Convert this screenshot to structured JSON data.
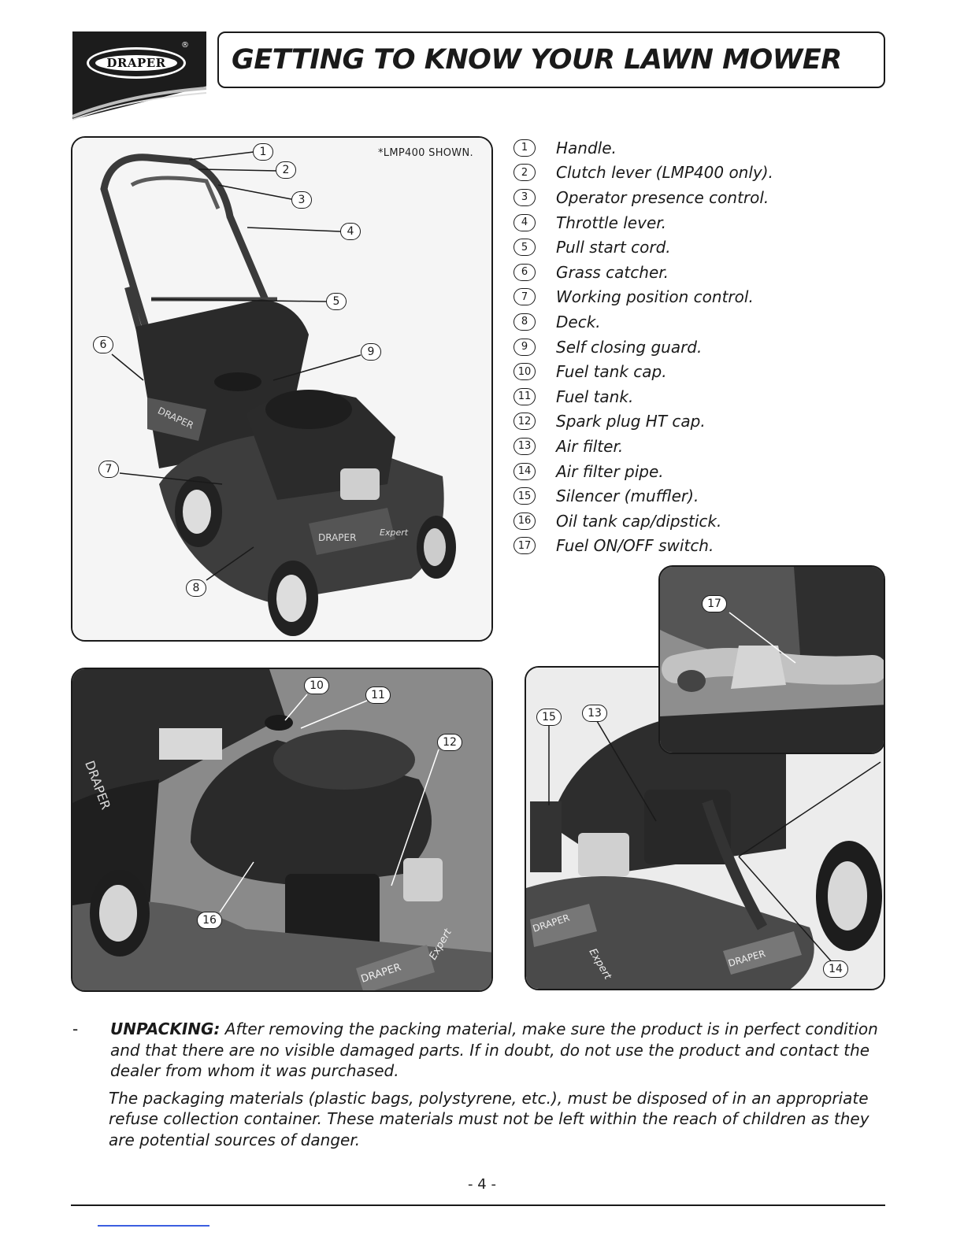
{
  "header": {
    "brand": "DRAPER",
    "registered_mark": "®",
    "title": "GETTING TO KNOW YOUR LAWN MOWER"
  },
  "main_photo": {
    "note": "*LMP400 SHOWN.",
    "callouts": [
      "1",
      "2",
      "3",
      "4",
      "5",
      "6",
      "7",
      "8",
      "9"
    ],
    "deck_brand": "DRAPER",
    "deck_model_text": "Expert"
  },
  "engine_photo": {
    "callouts": [
      "10",
      "11",
      "12",
      "16"
    ],
    "deck_brand": "DRAPER",
    "deck_model_text": "Expert"
  },
  "side_photo": {
    "callouts": [
      "15",
      "13",
      "14"
    ],
    "deck_brand": "DRAPER",
    "deck_model_text": "Expert"
  },
  "inset_photo": {
    "callouts": [
      "17"
    ]
  },
  "parts": [
    {
      "num": "1",
      "label": "Handle."
    },
    {
      "num": "2",
      "label": "Clutch lever (LMP400 only)."
    },
    {
      "num": "3",
      "label": "Operator presence control."
    },
    {
      "num": "4",
      "label": "Throttle lever."
    },
    {
      "num": "5",
      "label": "Pull start cord."
    },
    {
      "num": "6",
      "label": "Grass catcher."
    },
    {
      "num": "7",
      "label": "Working position control."
    },
    {
      "num": "8",
      "label": "Deck."
    },
    {
      "num": "9",
      "label": "Self closing guard."
    },
    {
      "num": "10",
      "label": "Fuel tank cap."
    },
    {
      "num": "11",
      "label": "Fuel tank."
    },
    {
      "num": "12",
      "label": "Spark plug HT cap."
    },
    {
      "num": "13",
      "label": "Air filter."
    },
    {
      "num": "14",
      "label": "Air filter pipe."
    },
    {
      "num": "15",
      "label": "Silencer (muffler)."
    },
    {
      "num": "16",
      "label": "Oil tank cap/dipstick."
    },
    {
      "num": "17",
      "label": "Fuel ON/OFF switch."
    }
  ],
  "unpacking": {
    "bullet": "-",
    "heading": "UNPACKING:",
    "text": " After removing the packing material, make sure the product is in perfect condition and that there are no visible damaged parts. If in doubt, do not use the product and contact the dealer from whom it was purchased.",
    "text2": "The packaging materials (plastic bags, polystyrene, etc.), must be disposed of in an appropriate refuse collection container. These materials must not be left within the reach of children as they are potential sources of danger."
  },
  "footer": {
    "page_number": "- 4 -"
  }
}
